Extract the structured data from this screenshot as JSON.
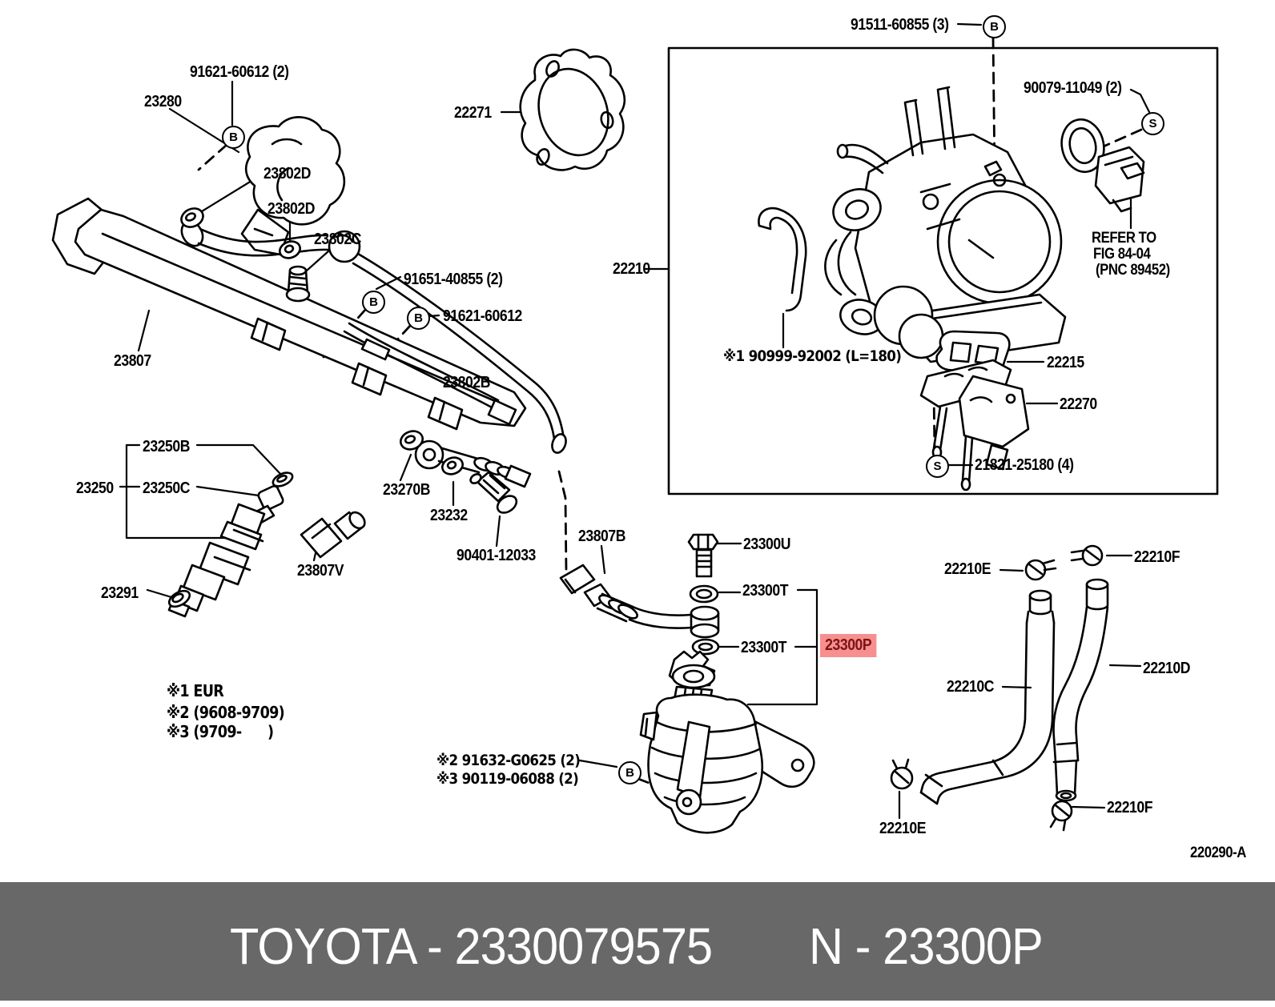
{
  "colors": {
    "bg": "#ffffff",
    "line": "#000000",
    "banner_bg": "#686868",
    "banner_text": "#ffffff",
    "highlight_bg": "#f78f8f",
    "highlight_text": "#7c1315"
  },
  "symbols": {
    "b": "B",
    "s": "S"
  },
  "labels": {
    "p91621a": "91621-60612 (2)",
    "p23280": "23280",
    "p23802d1": "23802D",
    "p23802d2": "23802D",
    "p23802c": "23802C",
    "p91651": "91651-40855 (2)",
    "p91621b": "91621-60612",
    "p23807": "23807",
    "p23802b": "23802B",
    "p23250b": "23250B",
    "p23250": "23250",
    "p23250c": "23250C",
    "p23270b": "23270B",
    "p23232": "23232",
    "p90401": "90401-12033",
    "p23807v": "23807V",
    "p23291": "23291",
    "p22271": "22271",
    "p22210": "22210",
    "p91511": "91511-60855 (3)",
    "p90079": "90079-11049 (2)",
    "p90999": "※1 90999-92002 (L=180)",
    "p22215": "22215",
    "p22270": "22270",
    "p21821": "21821-25180 (4)",
    "p23807b": "23807B",
    "p23300u": "23300U",
    "p23300t1": "23300T",
    "p23300t2": "23300T",
    "p23300p": "23300P",
    "p22210e1": "22210E",
    "p22210f1": "22210F",
    "p22210c": "22210C",
    "p22210d": "22210D",
    "p22210f2": "22210F",
    "p22210e2": "22210E"
  },
  "notes": {
    "n1": "※1 EUR",
    "n2": "※2 (9608-9709)",
    "n3": "※3 (9709-      )",
    "n4": "※2 91632-G0625 (2)",
    "n5": "※3 90119-06088 (2)"
  },
  "refer": {
    "line1": "REFER TO",
    "line2": "FIG 84-04",
    "line3": "(PNC 89452)"
  },
  "drawing_code": "220290-A",
  "banner": {
    "left": "TOYOTA - 2330079575",
    "right": "N - 23300P"
  }
}
